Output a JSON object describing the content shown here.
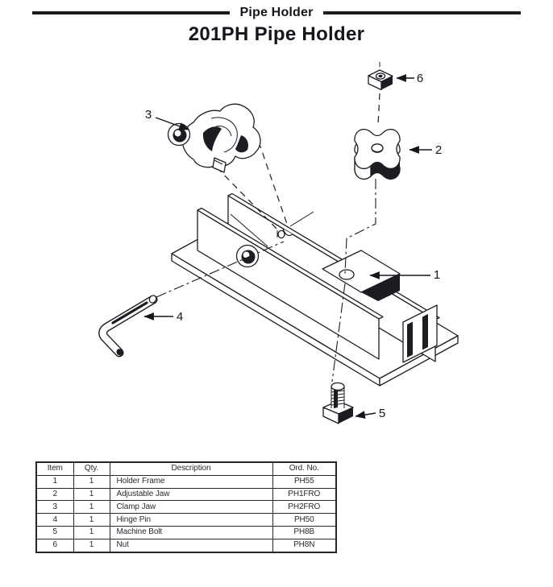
{
  "header": {
    "section_label": "Pipe Holder",
    "title": "201PH Pipe Holder"
  },
  "diagram": {
    "callouts": [
      {
        "num": "1"
      },
      {
        "num": "2"
      },
      {
        "num": "3"
      },
      {
        "num": "4"
      },
      {
        "num": "5"
      },
      {
        "num": "6"
      }
    ]
  },
  "parts_table": {
    "headers": [
      "Item",
      "Qty.",
      "Description",
      "Ord. No."
    ],
    "rows": [
      [
        "1",
        "1",
        "Holder Frame",
        "PH55"
      ],
      [
        "2",
        "1",
        "Adjustable Jaw",
        "PH1FRO"
      ],
      [
        "3",
        "1",
        "Clamp Jaw",
        "PH2FRO"
      ],
      [
        "4",
        "1",
        "Hinge Pin",
        "PH50"
      ],
      [
        "5",
        "1",
        "Machine Bolt",
        "PH8B"
      ],
      [
        "6",
        "1",
        "Nut",
        "PH8N"
      ]
    ]
  },
  "colors": {
    "ink": "#1c1c22",
    "paper": "#ffffff"
  }
}
